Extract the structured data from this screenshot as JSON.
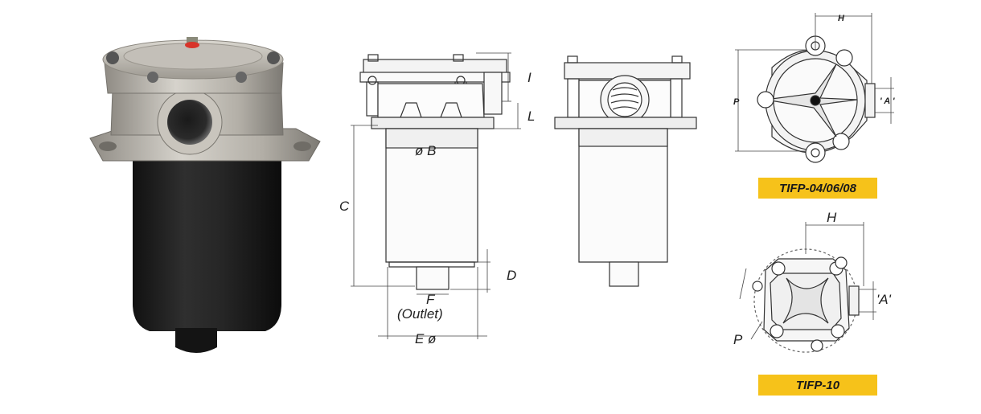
{
  "photo": {
    "subject": "tank-top return filter (aluminium head, black bowl)"
  },
  "front_drawing": {
    "labels": {
      "I": "I",
      "L": "L",
      "B": "ø  B",
      "C": "C",
      "D": "D",
      "F": "F",
      "outlet": "(Outlet)",
      "E": "E  ø"
    }
  },
  "top_view_large": {
    "labels": {
      "H": "H",
      "P": "P",
      "A": "' A '"
    },
    "badge": "TIFP-04/06/08"
  },
  "top_view_small": {
    "labels": {
      "H": "H",
      "P": "P",
      "A": "'A'"
    },
    "badge": "TIFP-10"
  },
  "colors": {
    "badge": "#f6c21a",
    "line": "#333333",
    "bowl": "#1e1e1e",
    "head": "#b8b4ac"
  }
}
